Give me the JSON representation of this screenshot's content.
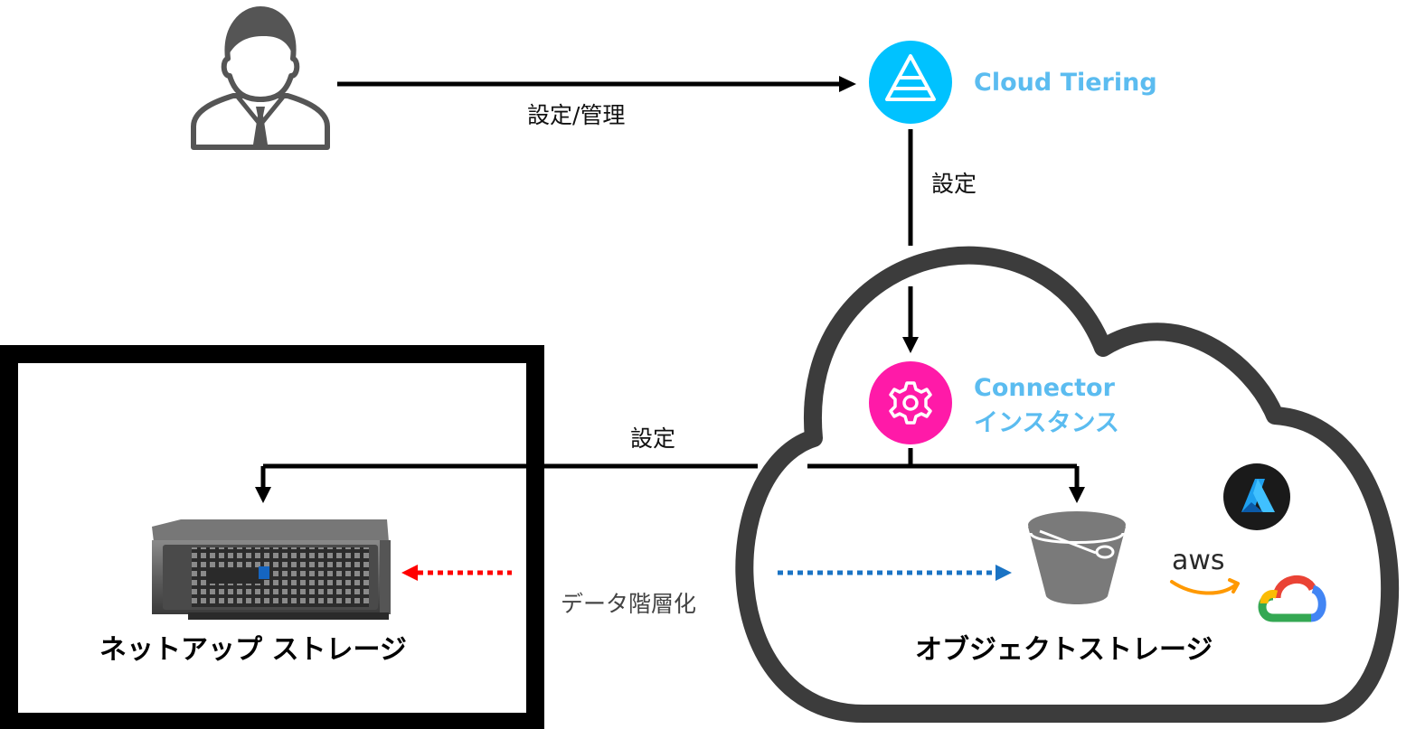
{
  "labels": {
    "manage": "設定/管理",
    "config_top": "設定",
    "config_left": "設定",
    "tiering": "データ階層化",
    "cloud_tiering": "Cloud Tiering",
    "connector_line1": "Connector",
    "connector_line2": "インスタンス",
    "netapp_storage": "ネットアップ ストレージ",
    "object_storage": "オブジェクトストレージ",
    "aws_logo": "aws"
  },
  "colors": {
    "cloud_tiering_circle": "#00c2ff",
    "connector_circle": "#ff1aa8",
    "label_blue": "#5bbcf0",
    "cloud_outline": "#3c3c3c",
    "arrow": "#000000",
    "tier_arrow_right": "#1a73c4",
    "tier_arrow_left": "#ff0000"
  },
  "icons": {
    "user": "user-icon",
    "cloud_tiering": "pyramid-icon",
    "connector": "gear-icon",
    "bucket": "bucket-icon",
    "azure": "azure-logo",
    "aws": "aws-logo",
    "gcp": "google-cloud-logo",
    "server": "netapp-server-image"
  }
}
